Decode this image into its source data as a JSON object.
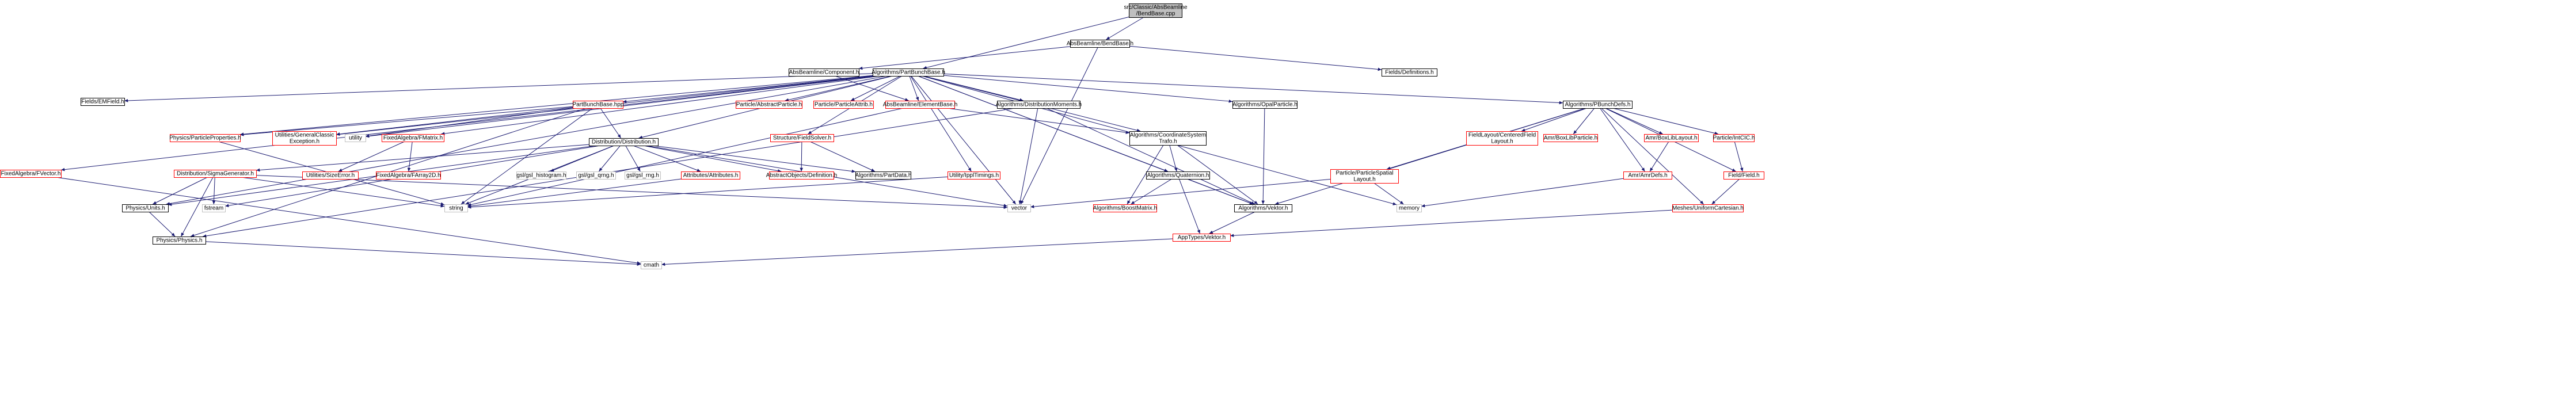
{
  "graph": {
    "root": "src/Classic/AbsBeamline/BendBase.cpp",
    "colors": {
      "root_fill": "#bfbfbf",
      "node_fill": "#ffffff",
      "node_stroke_documented": "#000000",
      "node_stroke_undocumented": "#ff0000",
      "system_stroke": "#bfbfbf",
      "edge": "#191970"
    },
    "nodes": [
      {
        "id": "bendbase_cpp",
        "lines": [
          "src/Classic/AbsBeamline",
          "/BendBase.cpp"
        ],
        "kind": "root"
      },
      {
        "id": "bendbase_h",
        "lines": [
          "AbsBeamline/BendBase.h"
        ],
        "kind": "doc"
      },
      {
        "id": "component_h",
        "lines": [
          "AbsBeamline/Component.h"
        ],
        "kind": "doc"
      },
      {
        "id": "partbunchbase_h",
        "lines": [
          "Algorithms/PartBunchBase.h"
        ],
        "kind": "doc"
      },
      {
        "id": "definitions_h",
        "lines": [
          "Fields/Definitions.h"
        ],
        "kind": "doc"
      },
      {
        "id": "emfield_h",
        "lines": [
          "Fields/EMField.h"
        ],
        "kind": "doc"
      },
      {
        "id": "partbunchbase_hpp",
        "lines": [
          "PartBunchBase.hpp"
        ],
        "kind": "undoc"
      },
      {
        "id": "abstractparticle_h",
        "lines": [
          "Particle/AbstractParticle.h"
        ],
        "kind": "undoc"
      },
      {
        "id": "particleattrib_h",
        "lines": [
          "Particle/ParticleAttrib.h"
        ],
        "kind": "undoc"
      },
      {
        "id": "elementbase_h",
        "lines": [
          "AbsBeamline/ElementBase.h"
        ],
        "kind": "undoc"
      },
      {
        "id": "distmoments_h",
        "lines": [
          "Algorithms/DistributionMoments.h"
        ],
        "kind": "doc"
      },
      {
        "id": "opalparticle_h",
        "lines": [
          "Algorithms/OpalParticle.h"
        ],
        "kind": "doc"
      },
      {
        "id": "pbunchdefs_h",
        "lines": [
          "Algorithms/PBunchDefs.h"
        ],
        "kind": "doc"
      },
      {
        "id": "particleproperties_h",
        "lines": [
          "Physics/ParticleProperties.h"
        ],
        "kind": "undoc"
      },
      {
        "id": "generalclassic_h",
        "lines": [
          "Utilities/GeneralClassic",
          "Exception.h"
        ],
        "kind": "undoc"
      },
      {
        "id": "utility",
        "lines": [
          "utility"
        ],
        "kind": "sys"
      },
      {
        "id": "fmatrix_h",
        "lines": [
          "FixedAlgebra/FMatrix.h"
        ],
        "kind": "undoc"
      },
      {
        "id": "distribution_h",
        "lines": [
          "Distribution/Distribution.h"
        ],
        "kind": "doc"
      },
      {
        "id": "fieldsolver_h",
        "lines": [
          "Structure/FieldSolver.h"
        ],
        "kind": "undoc"
      },
      {
        "id": "coordsystrafo_h",
        "lines": [
          "Algorithms/CoordinateSystem",
          "Trafo.h"
        ],
        "kind": "doc"
      },
      {
        "id": "fvector_h",
        "lines": [
          "FixedAlgebra/FVector.h"
        ],
        "kind": "undoc"
      },
      {
        "id": "sigmagenerator_h",
        "lines": [
          "Distribution/SigmaGenerator.h"
        ],
        "kind": "undoc"
      },
      {
        "id": "sizeerror_h",
        "lines": [
          "Utilities/SizeError.h"
        ],
        "kind": "undoc"
      },
      {
        "id": "farray2d_h",
        "lines": [
          "FixedAlgebra/FArray2D.h"
        ],
        "kind": "undoc"
      },
      {
        "id": "gsl_histogram_h",
        "lines": [
          "gsl/gsl_histogram.h"
        ],
        "kind": "sys"
      },
      {
        "id": "gsl_qrng_h",
        "lines": [
          "gsl/gsl_qrng.h"
        ],
        "kind": "sys"
      },
      {
        "id": "gsl_rng_h",
        "lines": [
          "gsl/gsl_rng.h"
        ],
        "kind": "sys"
      },
      {
        "id": "attributes_h",
        "lines": [
          "Attributes/Attributes.h"
        ],
        "kind": "undoc"
      },
      {
        "id": "abstractobjects_h",
        "lines": [
          "AbstractObjects/Definition.h"
        ],
        "kind": "undoc"
      },
      {
        "id": "partdata_h",
        "lines": [
          "Algorithms/PartData.h"
        ],
        "kind": "doc"
      },
      {
        "id": "ipptimings_h",
        "lines": [
          "Utility/IpplTimings.h"
        ],
        "kind": "undoc"
      },
      {
        "id": "quaternion_h",
        "lines": [
          "Algorithms/Quaternion.h"
        ],
        "kind": "doc"
      },
      {
        "id": "boostmatrix_h",
        "lines": [
          "Algorithms/BoostMatrix.h"
        ],
        "kind": "undoc"
      },
      {
        "id": "vektor_alg_h",
        "lines": [
          "Algorithms/Vektor.h"
        ],
        "kind": "doc"
      },
      {
        "id": "physics_units_h",
        "lines": [
          "Physics/Units.h"
        ],
        "kind": "doc"
      },
      {
        "id": "fstream",
        "lines": [
          "fstream"
        ],
        "kind": "sys"
      },
      {
        "id": "string",
        "lines": [
          "string"
        ],
        "kind": "sys"
      },
      {
        "id": "vector",
        "lines": [
          "vector"
        ],
        "kind": "sys"
      },
      {
        "id": "physics_physics_h",
        "lines": [
          "Physics/Physics.h"
        ],
        "kind": "doc"
      },
      {
        "id": "apptypes_vektor_h",
        "lines": [
          "AppTypes/Vektor.h"
        ],
        "kind": "undoc"
      },
      {
        "id": "cmath",
        "lines": [
          "cmath"
        ],
        "kind": "sys"
      },
      {
        "id": "memory",
        "lines": [
          "memory"
        ],
        "kind": "sys"
      },
      {
        "id": "fieldlayout_h",
        "lines": [
          "FieldLayout/CenteredField",
          "Layout.h"
        ],
        "kind": "undoc"
      },
      {
        "id": "boxlibparticle_h",
        "lines": [
          "Amr/BoxLibParticle.h"
        ],
        "kind": "undoc"
      },
      {
        "id": "boxliblayout_h",
        "lines": [
          "Amr/BoxLibLayout.h"
        ],
        "kind": "undoc"
      },
      {
        "id": "intcic_h",
        "lines": [
          "Particle/IntCIC.h"
        ],
        "kind": "undoc"
      },
      {
        "id": "particlespatiallayout_h",
        "lines": [
          "Particle/ParticleSpatial",
          "Layout.h"
        ],
        "kind": "undoc"
      },
      {
        "id": "amrdefs_h",
        "lines": [
          "Amr/AmrDefs.h"
        ],
        "kind": "undoc"
      },
      {
        "id": "field_h",
        "lines": [
          "Field/Field.h"
        ],
        "kind": "undoc"
      },
      {
        "id": "uniformcartesian_h",
        "lines": [
          "Meshes/UniformCartesian.h"
        ],
        "kind": "undoc"
      }
    ],
    "edges": [
      [
        "bendbase_cpp",
        "bendbase_h"
      ],
      [
        "bendbase_cpp",
        "partbunchbase_h"
      ],
      [
        "bendbase_h",
        "component_h"
      ],
      [
        "bendbase_h",
        "definitions_h"
      ],
      [
        "bendbase_h",
        "vector"
      ],
      [
        "component_h",
        "elementbase_h"
      ],
      [
        "partbunchbase_h",
        "emfield_h"
      ],
      [
        "partbunchbase_h",
        "partbunchbase_hpp"
      ],
      [
        "partbunchbase_h",
        "abstractparticle_h"
      ],
      [
        "partbunchbase_h",
        "particleattrib_h"
      ],
      [
        "partbunchbase_h",
        "elementbase_h"
      ],
      [
        "partbunchbase_h",
        "distmoments_h"
      ],
      [
        "partbunchbase_h",
        "opalparticle_h"
      ],
      [
        "partbunchbase_h",
        "pbunchdefs_h"
      ],
      [
        "partbunchbase_h",
        "particleproperties_h"
      ],
      [
        "partbunchbase_h",
        "generalclassic_h"
      ],
      [
        "partbunchbase_h",
        "utility"
      ],
      [
        "partbunchbase_h",
        "fmatrix_h"
      ],
      [
        "partbunchbase_h",
        "distribution_h"
      ],
      [
        "partbunchbase_h",
        "fieldsolver_h"
      ],
      [
        "partbunchbase_h",
        "coordsystrafo_h"
      ],
      [
        "partbunchbase_h",
        "fvector_h"
      ],
      [
        "partbunchbase_h",
        "physics_units_h"
      ],
      [
        "partbunchbase_h",
        "memory"
      ],
      [
        "partbunchbase_h",
        "vector"
      ],
      [
        "partbunchbase_h",
        "quaternion_h"
      ],
      [
        "partbunchbase_h",
        "vektor_alg_h"
      ],
      [
        "partbunchbase_h",
        "ipptimings_h"
      ],
      [
        "partbunchbase_hpp",
        "particleproperties_h"
      ],
      [
        "partbunchbase_hpp",
        "generalclassic_h"
      ],
      [
        "partbunchbase_hpp",
        "utility"
      ],
      [
        "partbunchbase_hpp",
        "distribution_h"
      ],
      [
        "partbunchbase_hpp",
        "string"
      ],
      [
        "partbunchbase_hpp",
        "physics_physics_h"
      ],
      [
        "elementbase_h",
        "string"
      ],
      [
        "elementbase_h",
        "coordsystrafo_h"
      ],
      [
        "distmoments_h",
        "vector"
      ],
      [
        "distmoments_h",
        "vektor_alg_h"
      ],
      [
        "distmoments_h",
        "physics_physics_h"
      ],
      [
        "opalparticle_h",
        "vektor_alg_h"
      ],
      [
        "pbunchdefs_h",
        "fieldlayout_h"
      ],
      [
        "pbunchdefs_h",
        "boxlibparticle_h"
      ],
      [
        "pbunchdefs_h",
        "boxliblayout_h"
      ],
      [
        "pbunchdefs_h",
        "amrdefs_h"
      ],
      [
        "pbunchdefs_h",
        "intcic_h"
      ],
      [
        "pbunchdefs_h",
        "field_h"
      ],
      [
        "pbunchdefs_h",
        "particlespatiallayout_h"
      ],
      [
        "pbunchdefs_h",
        "uniformcartesian_h"
      ],
      [
        "pbunchdefs_h",
        "vektor_alg_h"
      ],
      [
        "particleproperties_h",
        "string"
      ],
      [
        "fmatrix_h",
        "sizeerror_h"
      ],
      [
        "fmatrix_h",
        "farray2d_h"
      ],
      [
        "distribution_h",
        "sigmagenerator_h"
      ],
      [
        "distribution_h",
        "gsl_histogram_h"
      ],
      [
        "distribution_h",
        "gsl_qrng_h"
      ],
      [
        "distribution_h",
        "gsl_rng_h"
      ],
      [
        "distribution_h",
        "attributes_h"
      ],
      [
        "distribution_h",
        "abstractobjects_h"
      ],
      [
        "distribution_h",
        "partdata_h"
      ],
      [
        "distribution_h",
        "physics_units_h"
      ],
      [
        "distribution_h",
        "fstream"
      ],
      [
        "distribution_h",
        "string"
      ],
      [
        "distribution_h",
        "vector"
      ],
      [
        "fieldsolver_h",
        "abstractobjects_h"
      ],
      [
        "fieldsolver_h",
        "partdata_h"
      ],
      [
        "coordsystrafo_h",
        "quaternion_h"
      ],
      [
        "coordsystrafo_h",
        "boostmatrix_h"
      ],
      [
        "coordsystrafo_h",
        "vektor_alg_h"
      ],
      [
        "fvector_h",
        "cmath"
      ],
      [
        "sigmagenerator_h",
        "physics_units_h"
      ],
      [
        "sigmagenerator_h",
        "fstream"
      ],
      [
        "sigmagenerator_h",
        "string"
      ],
      [
        "sigmagenerator_h",
        "vector"
      ],
      [
        "sigmagenerator_h",
        "physics_physics_h"
      ],
      [
        "attributes_h",
        "string"
      ],
      [
        "ipptimings_h",
        "string"
      ],
      [
        "quaternion_h",
        "boostmatrix_h"
      ],
      [
        "quaternion_h",
        "vektor_alg_h"
      ],
      [
        "quaternion_h",
        "apptypes_vektor_h"
      ],
      [
        "vektor_alg_h",
        "apptypes_vektor_h"
      ],
      [
        "physics_units_h",
        "physics_physics_h"
      ],
      [
        "physics_physics_h",
        "cmath"
      ],
      [
        "apptypes_vektor_h",
        "cmath"
      ],
      [
        "amrdefs_h",
        "memory"
      ],
      [
        "boxliblayout_h",
        "amrdefs_h"
      ],
      [
        "intcic_h",
        "field_h"
      ],
      [
        "field_h",
        "uniformcartesian_h"
      ],
      [
        "uniformcartesian_h",
        "apptypes_vektor_h"
      ],
      [
        "particlespatiallayout_h",
        "vector"
      ],
      [
        "particlespatiallayout_h",
        "memory"
      ]
    ]
  }
}
